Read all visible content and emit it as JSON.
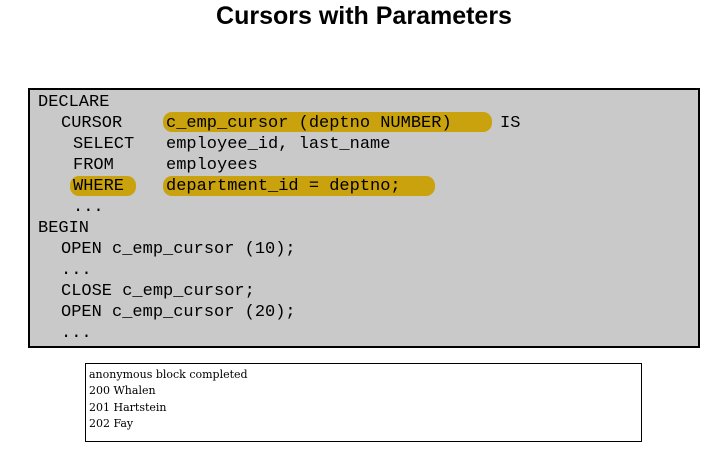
{
  "title": "Cursors with Parameters",
  "code": {
    "line1": "DECLARE",
    "line2_kw": "CURSOR",
    "line2_hl": "c_emp_cursor (deptno NUMBER)",
    "line2_tail": "IS",
    "line3_kw": "SELECT",
    "line3_rest": "employee_id, last_name",
    "line4_kw": "FROM",
    "line4_rest": "employees",
    "line5_kw": "WHERE",
    "line5_rest": "department_id = deptno;",
    "line6": "...",
    "line7": "BEGIN",
    "line8": "OPEN c_emp_cursor (10);",
    "line9": "...",
    "line10": "CLOSE c_emp_cursor;",
    "line11": "OPEN c_emp_cursor (20);",
    "line12": "..."
  },
  "highlight_color": "#c9a20e",
  "output": {
    "lines": [
      "anonymous block completed",
      "200 Whalen",
      "201 Hartstein",
      "202 Fay"
    ]
  }
}
